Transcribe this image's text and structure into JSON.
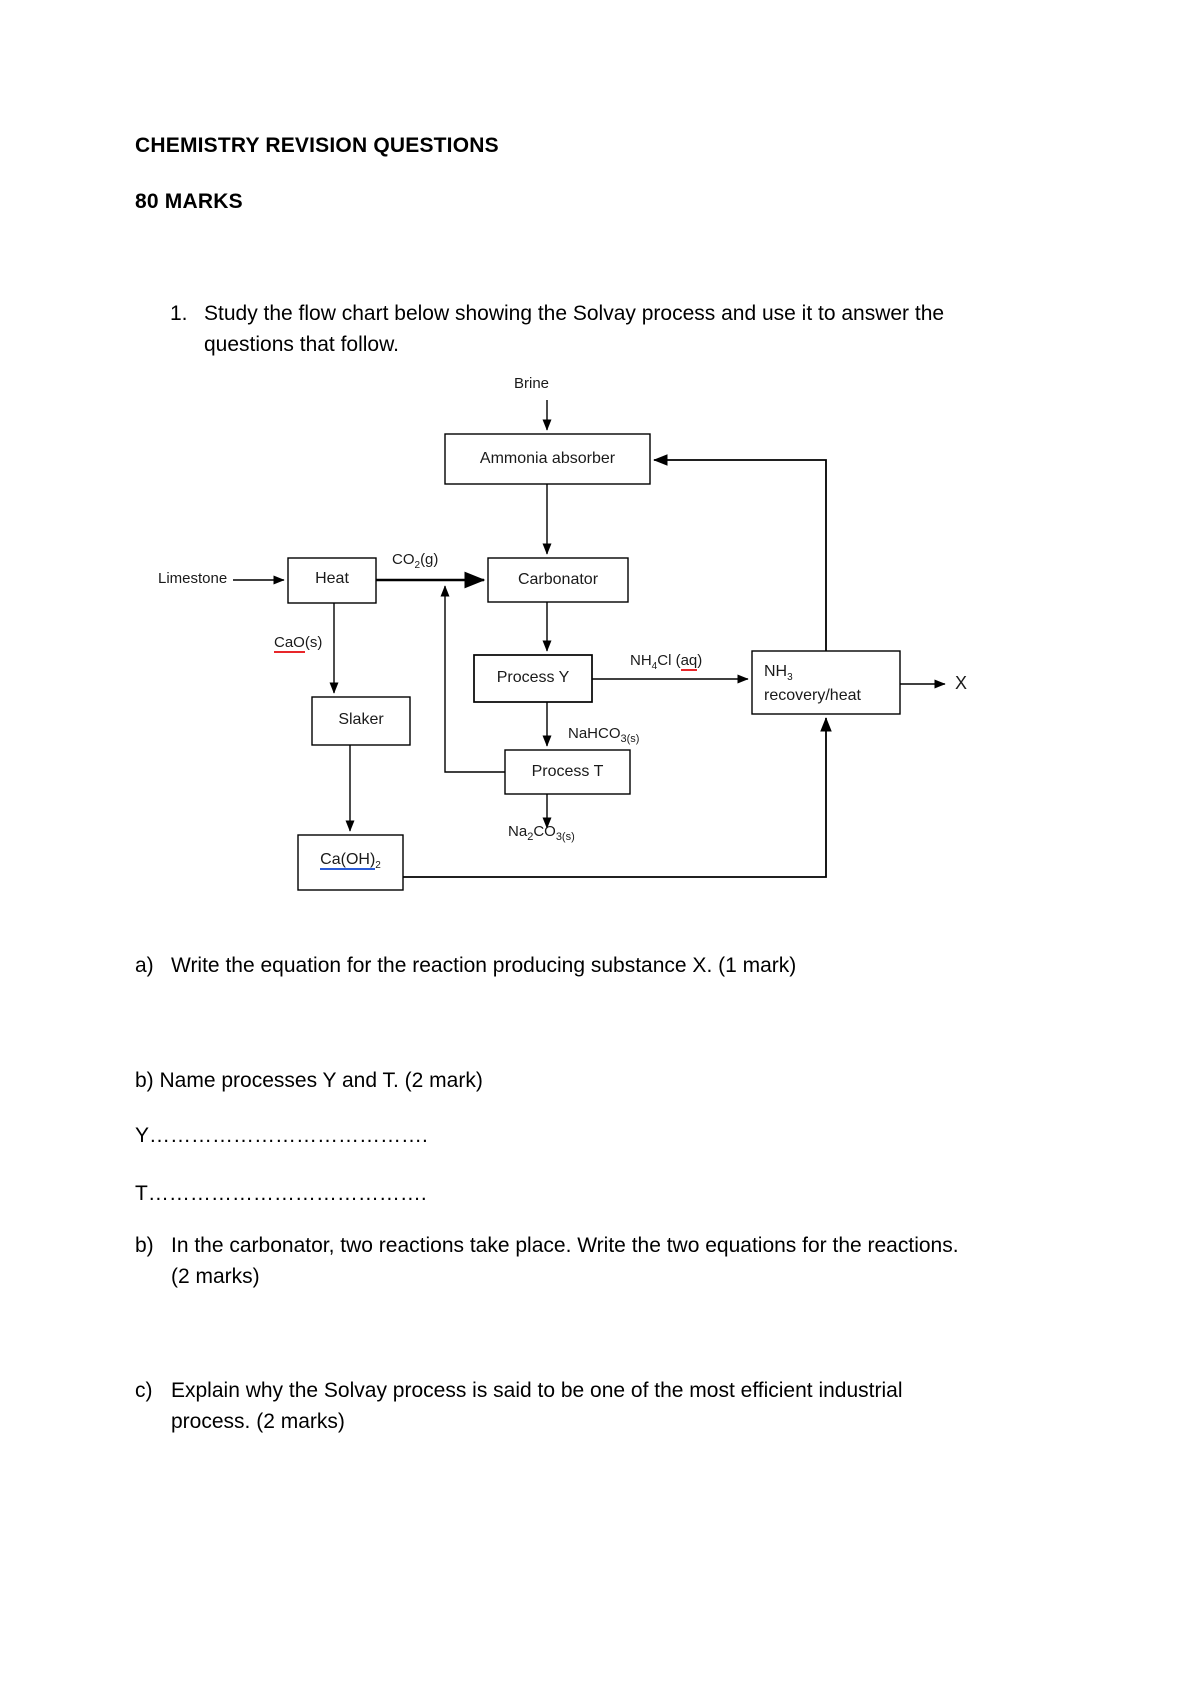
{
  "document": {
    "title": "CHEMISTRY REVISION QUESTIONS",
    "marks": "80 MARKS"
  },
  "question1": {
    "number": "1.",
    "text": "Study the flow chart below showing the Solvay process and use it to answer the questions that follow."
  },
  "flowchart": {
    "title": "Solvay process flow chart",
    "boxes": {
      "ammonia_absorber": "Ammonia absorber",
      "heat": "Heat",
      "carbonator": "Carbonator",
      "process_y": "Process Y",
      "slaker": "Slaker",
      "process_t": "Process T",
      "calcium_hydroxide": "Ca(OH)",
      "calcium_hydroxide_sub": "2",
      "nh3_recovery_line1": "NH",
      "nh3_recovery_sub": "3",
      "nh3_recovery_line2": "recovery/heat"
    },
    "labels": {
      "brine": "Brine",
      "limestone": "Limestone",
      "co2_main": "CO",
      "co2_sub": "2",
      "co2_state": "(g)",
      "cao_main": "CaO",
      "cao_state": "(s)",
      "nh4cl_main": "NH",
      "nh4cl_sub": "4",
      "nh4cl_rest": "Cl (",
      "nh4cl_aq": "aq",
      "nh4cl_close": ")",
      "nahco3_main": "NaHCO",
      "nahco3_sub": "3(s)",
      "na2co3_main": "Na",
      "na2co3_sub1": "2",
      "na2co3_mid": "CO",
      "na2co3_sub2": "3(s)",
      "product_x": "X"
    }
  },
  "questions": {
    "a": {
      "marker": "a)",
      "text": "Write the equation for the reaction producing substance X. (1 mark)"
    },
    "b1": {
      "text": "b) Name processes Y and T. (2 mark)"
    },
    "answer_y": "Y………………………………….",
    "answer_t": "T………………………………….",
    "b2": {
      "marker": "b)",
      "text": "In the carbonator, two reactions take place. Write the two equations for the reactions.(2 marks)"
    },
    "c": {
      "marker": "c)",
      "text": "Explain why the Solvay process is said to be one of the most efficient industrial process. (2 marks)"
    }
  },
  "colors": {
    "text": "#000000",
    "diagram_line": "#000000",
    "spell_error_red": "#e8262a",
    "grammar_blue": "#2a5bd7"
  }
}
